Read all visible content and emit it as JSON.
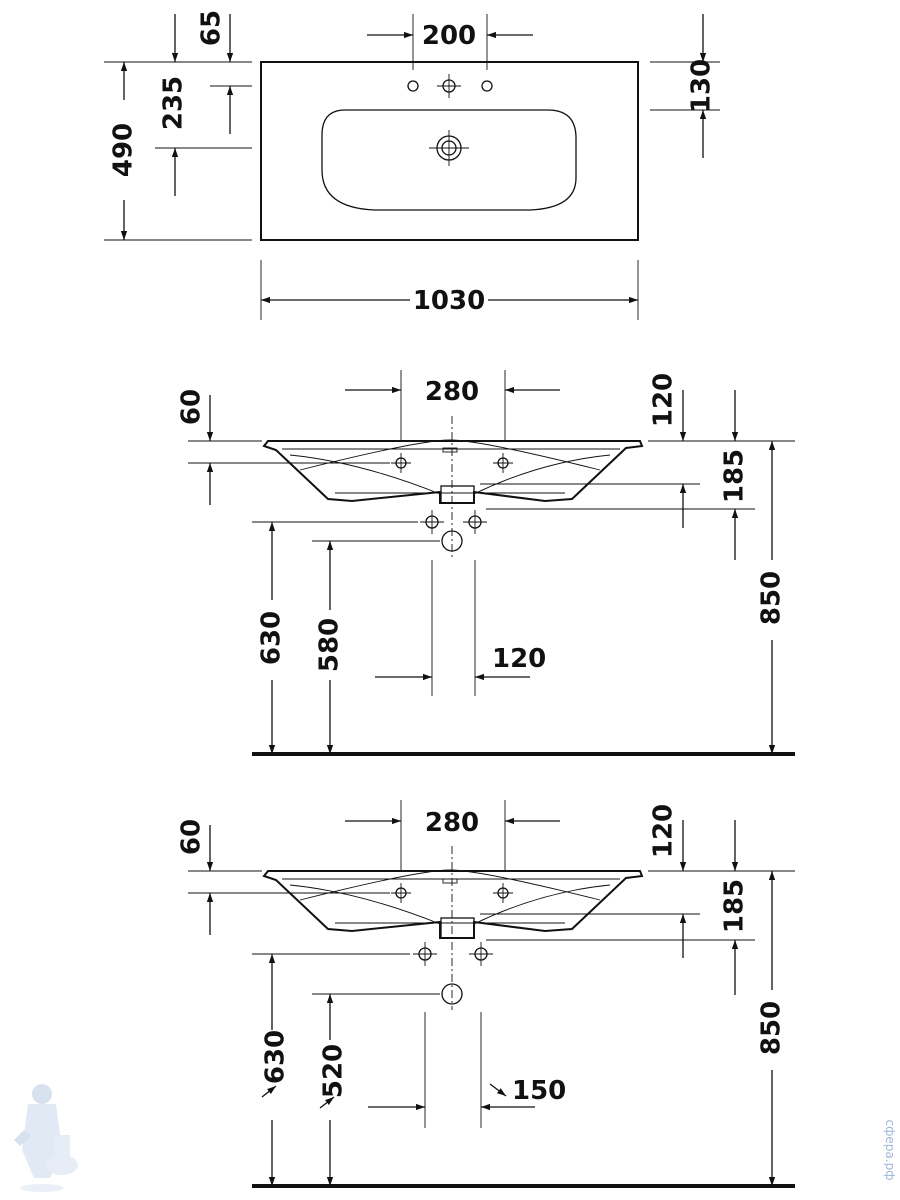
{
  "top_view": {
    "hole_spacing": "200",
    "back_edge_to_taps": "65",
    "back_to_waste": "235",
    "depth": "490",
    "side_offset": "130",
    "width": "1030"
  },
  "elevation_1": {
    "tap_spacing": "280",
    "rim_thickness": "60",
    "top_offset": "120",
    "bowl_depth": "185",
    "total_height": "850",
    "supply_height": "630",
    "waste_height": "580",
    "supply_spacing": "120"
  },
  "elevation_2": {
    "tap_spacing": "280",
    "rim_thickness": "60",
    "top_offset": "120",
    "bowl_depth": "185",
    "total_height": "850",
    "supply_height": "630",
    "waste_height": "520",
    "supply_spacing": "150"
  },
  "watermark": "сфера.рф"
}
